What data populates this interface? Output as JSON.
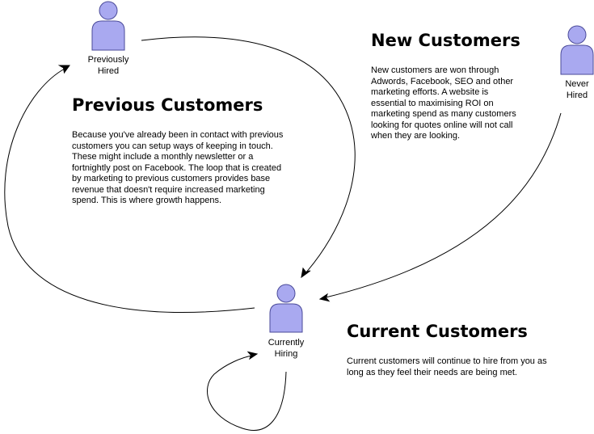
{
  "actors": {
    "previously_hired": "Previously\nHired",
    "never_hired": "Never\nHired",
    "currently_hiring": "Currently\nHiring"
  },
  "sections": {
    "previous": {
      "title": "Previous Customers",
      "body": "Because you've already been in contact with previous customers you can setup ways of keeping in touch. These might include a monthly newsletter or a fortnightly post on Facebook. The loop that is created by marketing to previous customers provides base revenue that doesn't require increased marketing spend. This is where growth happens."
    },
    "new": {
      "title": "New Customers",
      "body": "New customers are won through Adwords, Facebook, SEO and other marketing efforts. A website is essential to maximising ROI on marketing spend as many customers looking for quotes online will not call when they are looking."
    },
    "current": {
      "title": "Current Customers",
      "body": "Current customers will continue to hire from you as long as they feel their needs are being met."
    }
  },
  "colors": {
    "actor_fill": "#a9a9f0",
    "actor_stroke": "#4a4a99",
    "edge": "#000000"
  }
}
